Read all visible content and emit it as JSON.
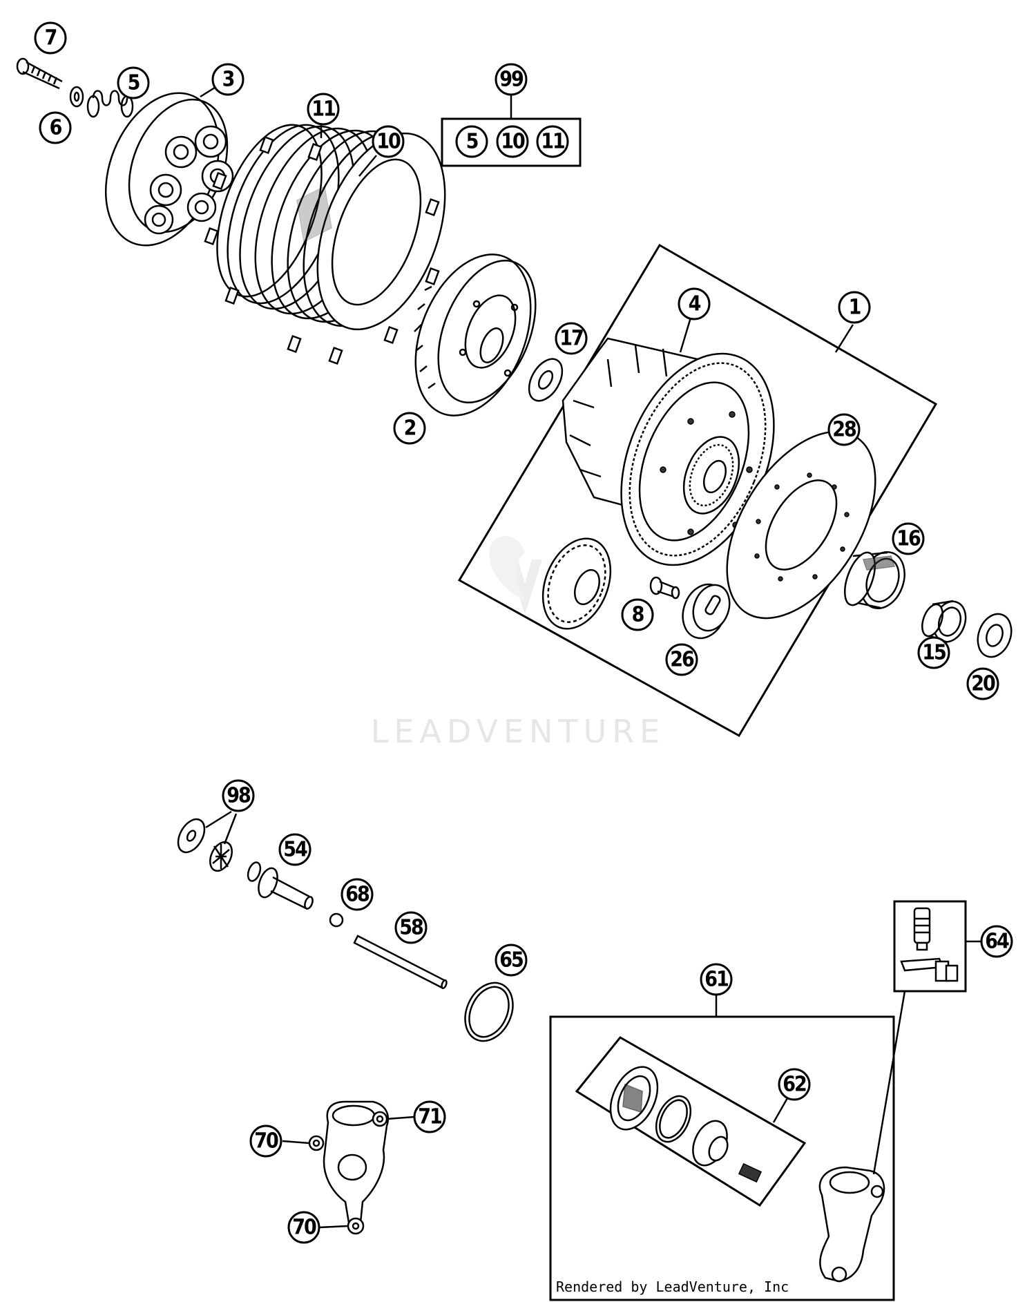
{
  "callouts": [
    {
      "id": "c7",
      "label": "7"
    },
    {
      "id": "c5a",
      "label": "5"
    },
    {
      "id": "c3",
      "label": "3"
    },
    {
      "id": "c6",
      "label": "6"
    },
    {
      "id": "c11",
      "label": "11"
    },
    {
      "id": "c10",
      "label": "10"
    },
    {
      "id": "c99",
      "label": "99"
    },
    {
      "id": "c5b",
      "label": "5"
    },
    {
      "id": "c10b",
      "label": "10"
    },
    {
      "id": "c11b",
      "label": "11"
    },
    {
      "id": "c4",
      "label": "4"
    },
    {
      "id": "c1",
      "label": "1"
    },
    {
      "id": "c17",
      "label": "17"
    },
    {
      "id": "c2",
      "label": "2"
    },
    {
      "id": "c28",
      "label": "28"
    },
    {
      "id": "c16",
      "label": "16"
    },
    {
      "id": "c8",
      "label": "8"
    },
    {
      "id": "c26",
      "label": "26"
    },
    {
      "id": "c15",
      "label": "15"
    },
    {
      "id": "c20",
      "label": "20"
    },
    {
      "id": "c98",
      "label": "98"
    },
    {
      "id": "c54",
      "label": "54"
    },
    {
      "id": "c68",
      "label": "68"
    },
    {
      "id": "c58",
      "label": "58"
    },
    {
      "id": "c65",
      "label": "65"
    },
    {
      "id": "c64",
      "label": "64"
    },
    {
      "id": "c61",
      "label": "61"
    },
    {
      "id": "c62",
      "label": "62"
    },
    {
      "id": "c71",
      "label": "71"
    },
    {
      "id": "c70a",
      "label": "70"
    },
    {
      "id": "c70b",
      "label": "70"
    }
  ],
  "watermark": "LEADVENTURE",
  "render_note": "Rendered by LeadVenture, Inc"
}
